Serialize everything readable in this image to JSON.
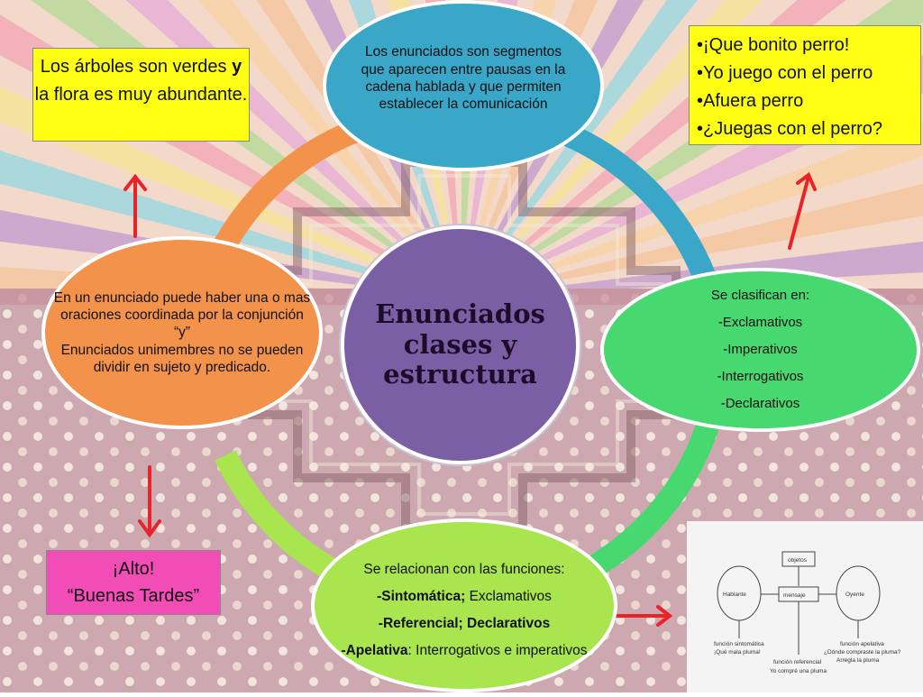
{
  "center": {
    "title_lines": [
      "Enunciados",
      "clases y",
      "estructura"
    ]
  },
  "top": {
    "text": "Los enunciados son segmentos que aparecen entre pausas en la cadena hablada y que permiten establecer la comunicación"
  },
  "right": {
    "lines": [
      "Se clasifican en:",
      "-Exclamativos",
      "-Imperativos",
      "-Interrogativos",
      "-Declarativos"
    ]
  },
  "left": {
    "para1": "En un enunciado puede haber una o mas oraciones coordinada por la conjunción “y”",
    "para2": "Enunciados unimembres no se pueden dividir en sujeto y predicado."
  },
  "bottom": {
    "intro": "Se relacionan con las funciones:",
    "rows": [
      {
        "prefix": "-Sintomática;",
        "rest": " Exclamativos",
        "rest_bold": false
      },
      {
        "prefix": "-Referencial;",
        "rest": " Declarativos",
        "rest_bold": true
      },
      {
        "prefix": "-Apelativa",
        "rest": ": Interrogativos e imperativos",
        "rest_bold": false
      }
    ]
  },
  "yellow_box": {
    "before": "Los árboles son verdes ",
    "bold": "y",
    "after": " la flora es muy abundante."
  },
  "list_box": {
    "items": [
      "¡Que bonito perro!",
      "Yo juego con el perro",
      "Afuera perro",
      "¿Juegas con el perro?"
    ]
  },
  "pink_box": {
    "line1": "¡Alto!",
    "line2": "“Buenas Tardes”"
  },
  "scan_diagram": {
    "objetos": "objetos",
    "hablante": "Hablante",
    "mensaje": "mensaje",
    "oyente": "Oyente",
    "f_sintomatica": "función sintomática",
    "ex_sintomatica": "¡Qué mala pluma!",
    "f_referencial": "función referencial",
    "ex_referencial": "Yo compré una pluma",
    "f_apelativa": "función apelativa",
    "ex_apelativa_1": "¿Dónde compraste la pluma?",
    "ex_apelativa_2": "Arregla la pluma"
  },
  "colors": {
    "ring_orange": "#f3924a",
    "ring_blue": "#3aa6c8",
    "ring_green": "#47d870",
    "ring_lime": "#a8e54f",
    "arrow_red": "#e8232a"
  }
}
